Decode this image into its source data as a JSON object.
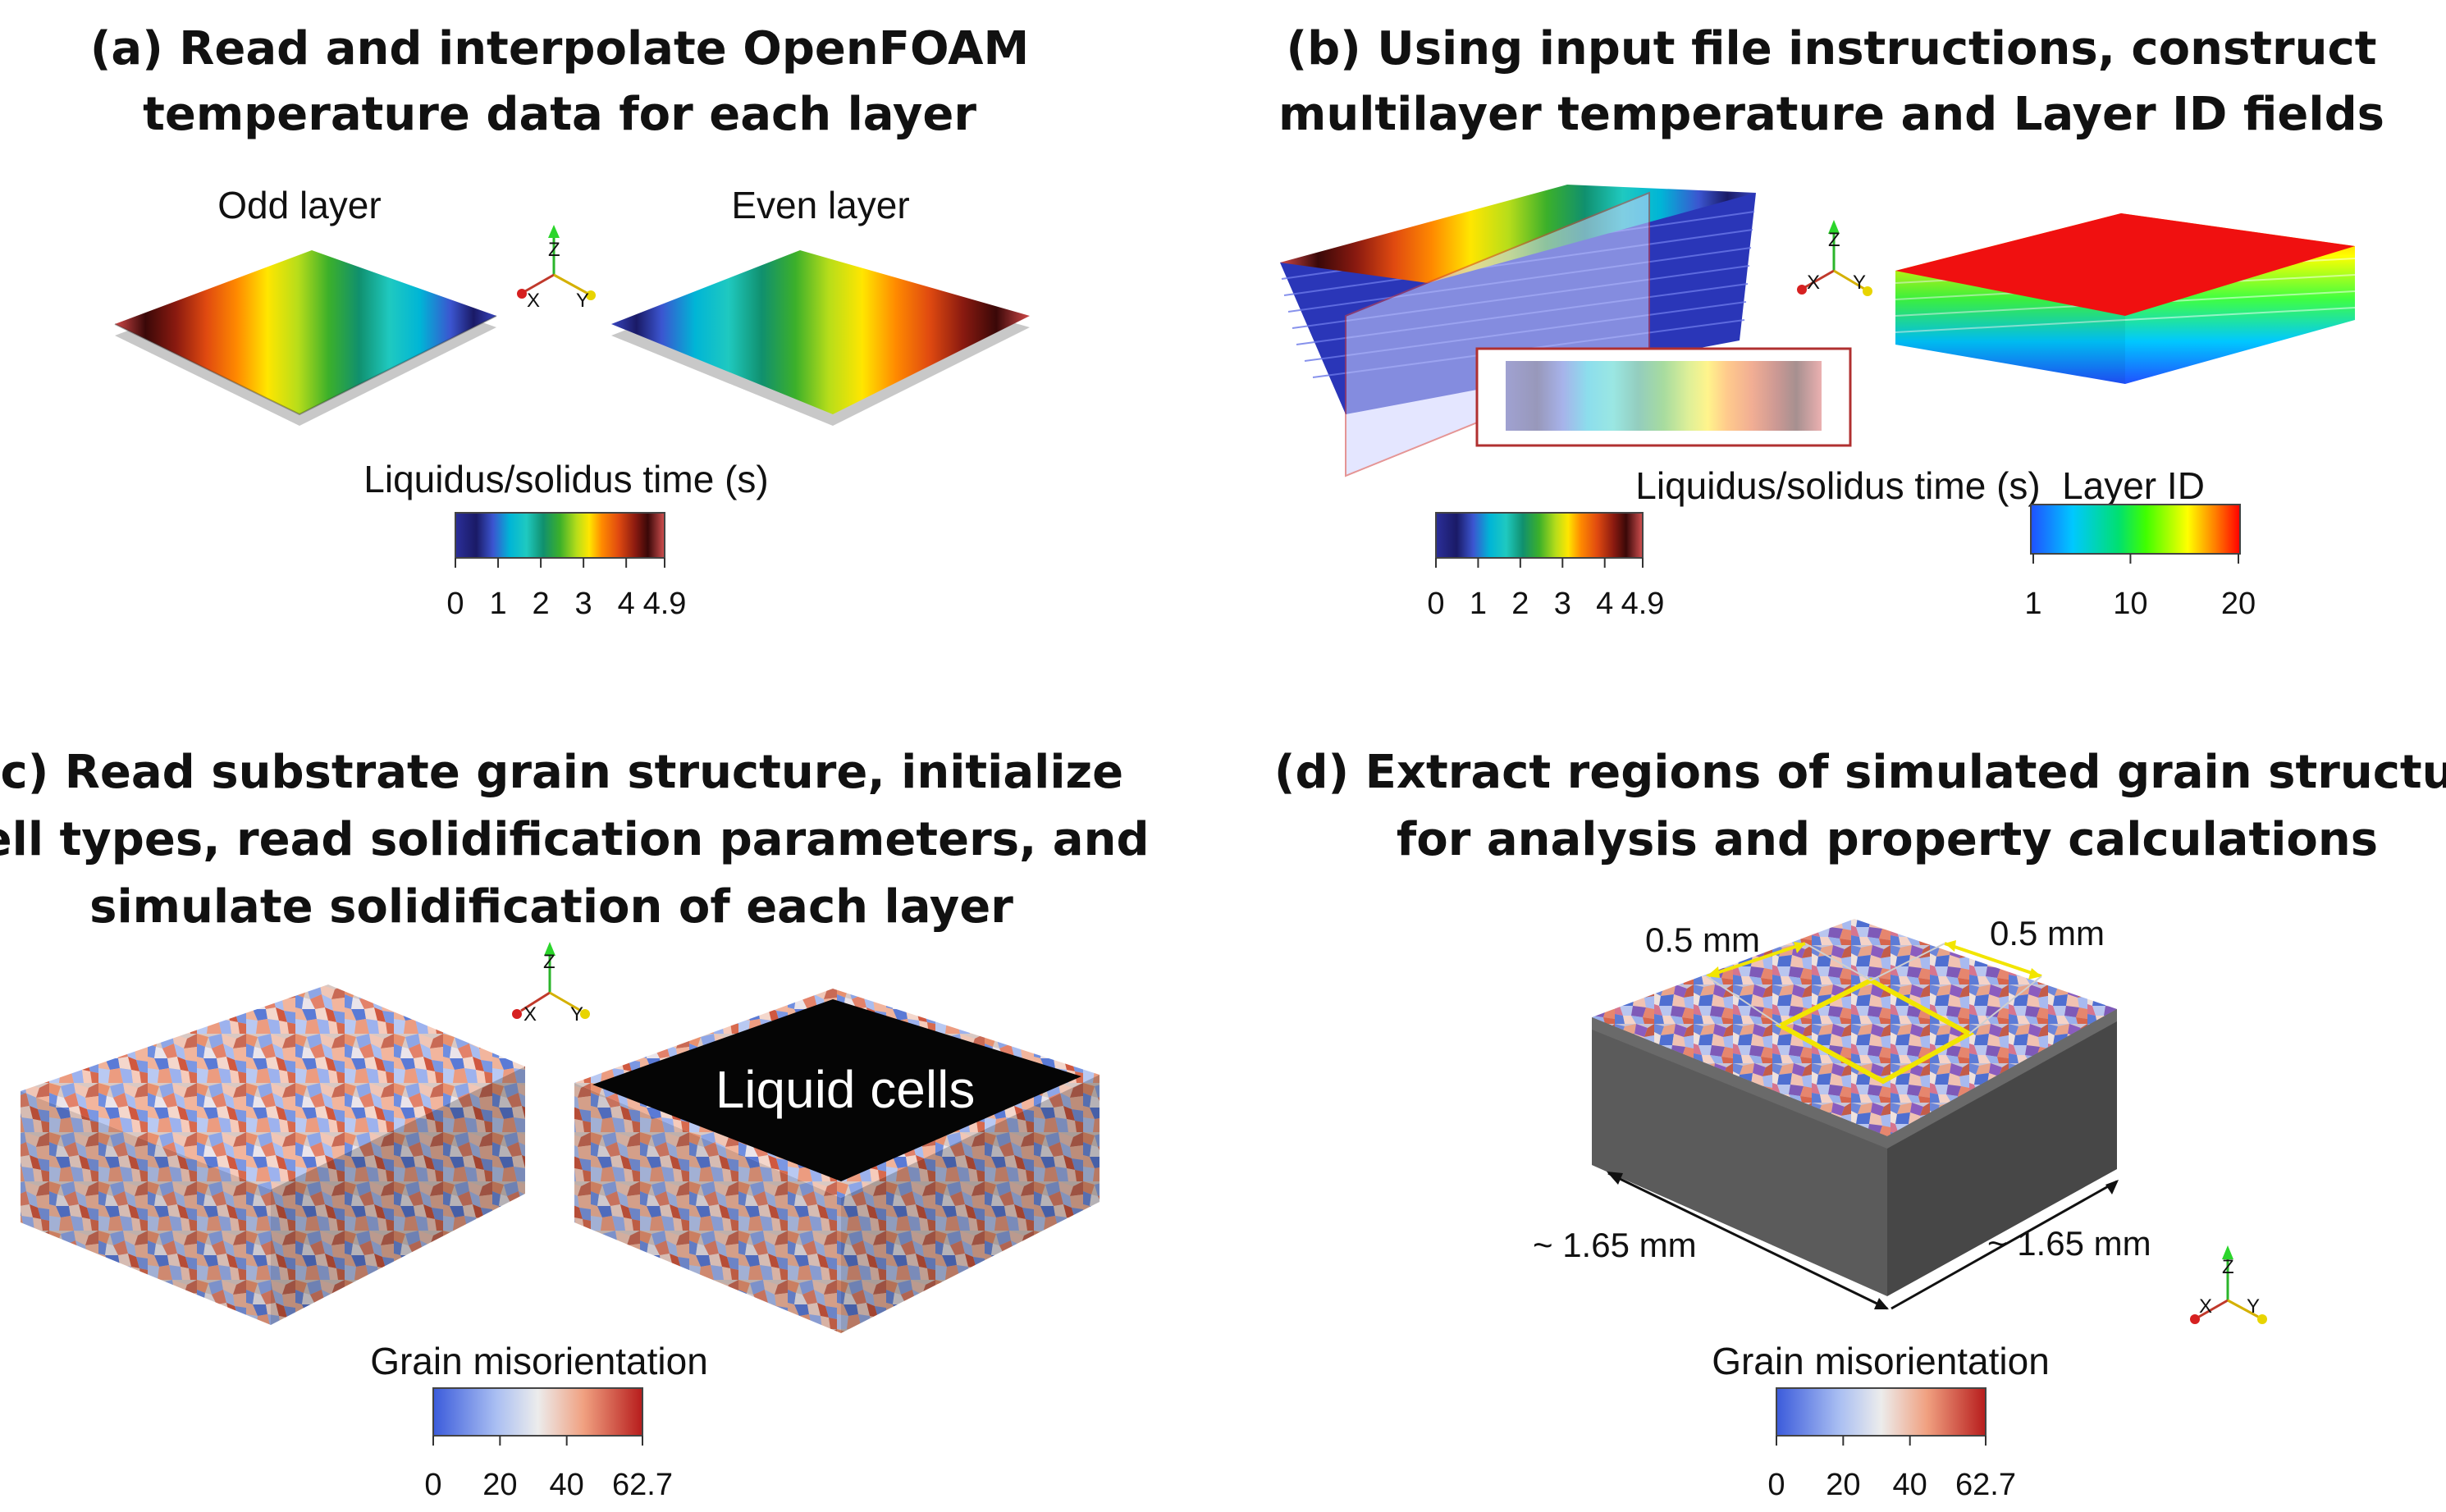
{
  "panels": {
    "a": {
      "title_line1": "(a) Read and interpolate OpenFOAM",
      "title_line2": "temperature data for each layer",
      "odd_label": "Odd layer",
      "even_label": "Even layer",
      "colorbar_title": "Liquidus/solidus time (s)",
      "colorbar_ticks": [
        "0",
        "1",
        "2",
        "3",
        "4",
        "4.9"
      ]
    },
    "b": {
      "title_line1": "(b) Using input file instructions, construct",
      "title_line2": "multilayer temperature and Layer ID fields",
      "colorbar_title": "Liquidus/solidus time (s)",
      "colorbar_ticks": [
        "0",
        "1",
        "2",
        "3",
        "4",
        "4.9"
      ],
      "layer_colorbar_title": "Layer ID",
      "layer_colorbar_ticks": [
        "1",
        "10",
        "20"
      ]
    },
    "c": {
      "title_line1": "(c) Read substrate grain structure, initialize",
      "title_line2": "cell types, read solidification parameters, and",
      "title_line3": "simulate solidification of each layer",
      "liquid_label": "Liquid cells",
      "colorbar_title": "Grain misorientation",
      "colorbar_ticks": [
        "0",
        "20",
        "40",
        "62.7"
      ]
    },
    "d": {
      "title_line1": "(d) Extract regions of simulated grain structure",
      "title_line2": "for analysis and property calculations",
      "dim_left_top": "0.5 mm",
      "dim_right_top": "0.5 mm",
      "dim_left_bottom": "~ 1.65 mm",
      "dim_right_bottom": "~ 1.65 mm",
      "colorbar_title": "Grain misorientation",
      "colorbar_ticks": [
        "0",
        "20",
        "40",
        "62.7"
      ]
    }
  },
  "axes_triad": {
    "x": "X",
    "y": "Y",
    "z": "Z"
  },
  "colors": {
    "temperature_map": [
      "#2b2f9a",
      "#1e1e6e",
      "#3b49c9",
      "#00aacc",
      "#1fc7c7",
      "#119a7a",
      "#2aa830",
      "#9bd320",
      "#ffee00",
      "#ff8c00",
      "#e04a0a",
      "#b02010",
      "#4a0a0a",
      "#c0392b",
      "#d45050"
    ],
    "layer_id_map": [
      "#2050ff",
      "#00c8ff",
      "#00e060",
      "#40ff00",
      "#ffff00",
      "#ff8000",
      "#ff0000"
    ],
    "misorientation_map": [
      "#3b5bdb",
      "#9db4f0",
      "#eeeeee",
      "#f0a080",
      "#b71c1c"
    ],
    "highlight": "#f2e500"
  }
}
